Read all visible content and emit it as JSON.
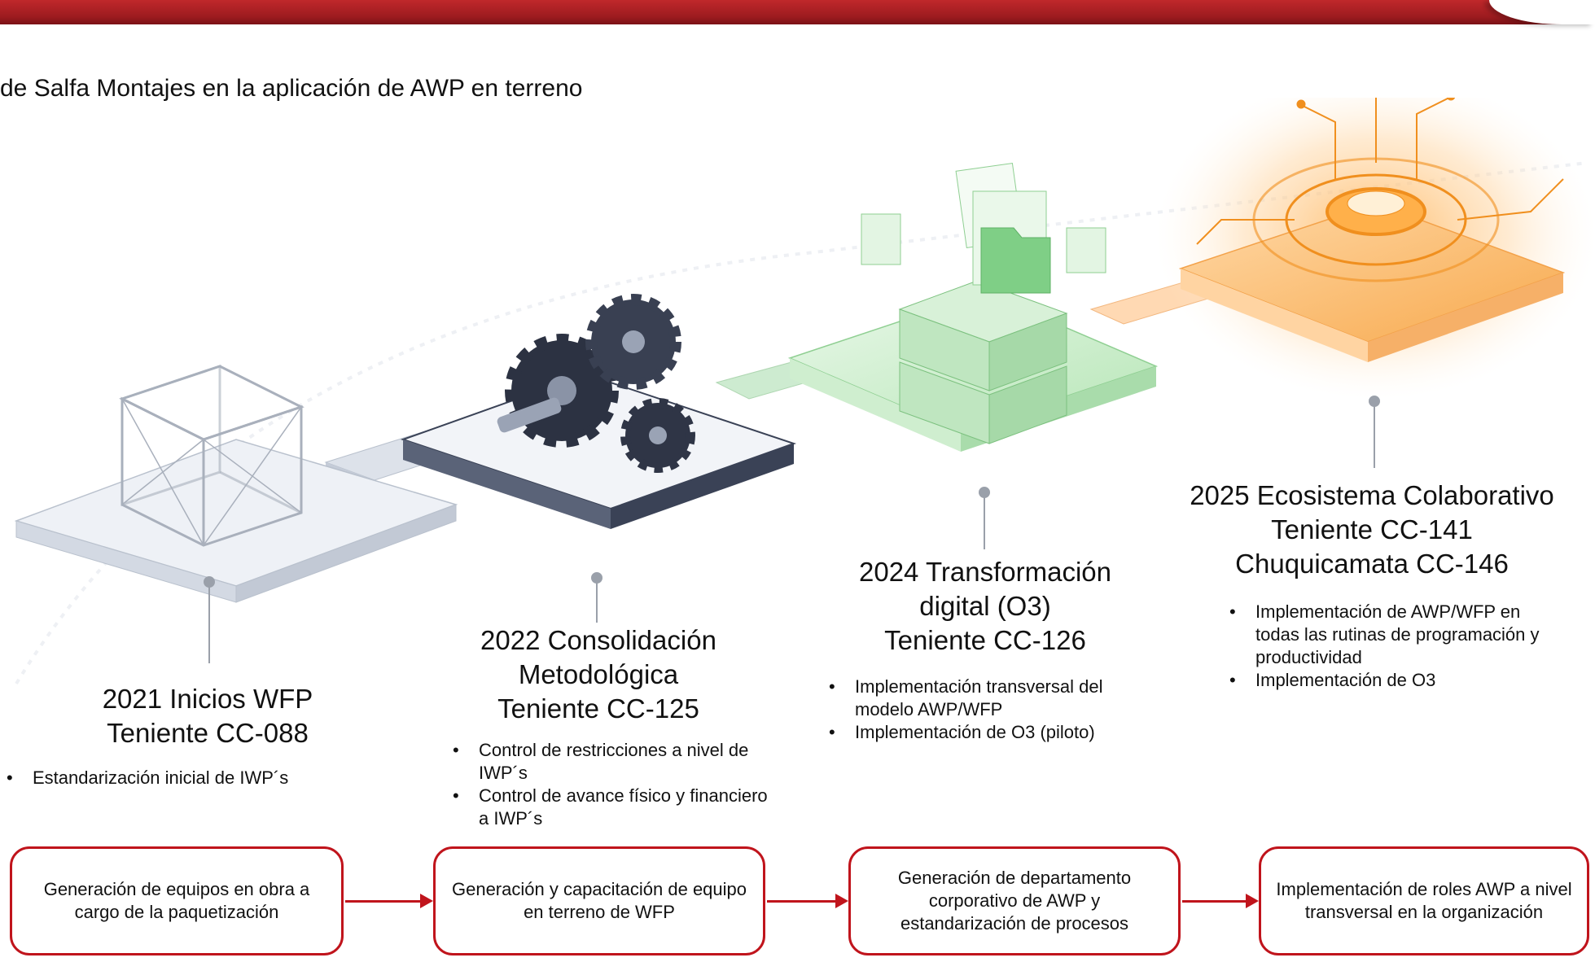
{
  "subtitle": "de Salfa Montajes en la aplicación de AWP en terreno",
  "milestones": [
    {
      "title_lines": [
        "2021 Inicios WFP",
        "Teniente CC-088"
      ],
      "bullets": [
        "Estandarización inicial de IWP´s"
      ]
    },
    {
      "title_lines": [
        "2022 Consolidación",
        "Metodológica",
        "Teniente CC-125"
      ],
      "bullets": [
        "Control de restricciones a nivel de IWP´s",
        "Control de avance físico y financiero a IWP´s"
      ]
    },
    {
      "title_lines": [
        "2024 Transformación",
        "digital (O3)",
        "Teniente CC-126"
      ],
      "bullets": [
        "Implementación transversal del modelo AWP/WFP",
        "Implementación de O3 (piloto)"
      ]
    },
    {
      "title_lines": [
        "2025 Ecosistema Colaborativo",
        "Teniente CC-141",
        "Chuquicamata CC-146"
      ],
      "bullets": [
        "Implementación de AWP/WFP en todas las rutinas de programación y productividad",
        "Implementación de O3"
      ]
    }
  ],
  "flow": [
    "Generación de equipos en obra a cargo de la paquetización",
    "Generación y capacitación de equipo en terreno de WFP",
    "Generación de departamento corporativo de AWP y estandarización de procesos",
    "Implementación de roles AWP a nivel transversal en la organización"
  ],
  "colors": {
    "accent_red": "#c0141c",
    "stage_gray": "#cfd6e3",
    "stage_dark": "#3a4256",
    "stage_green": "#9fdca0",
    "stage_orange": "#f6a13c"
  },
  "icons": [
    "wireframe-cube-icon",
    "gears-icon",
    "server-documents-icon",
    "circuit-chip-icon"
  ]
}
